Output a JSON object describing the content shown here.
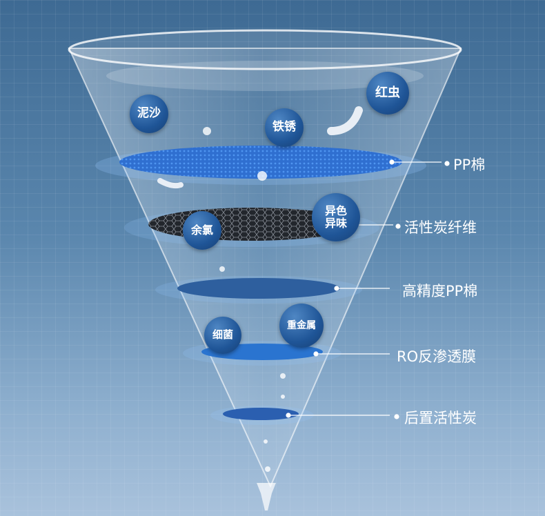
{
  "title": "RO water filter layers diagram",
  "contaminants": [
    {
      "id": "silt",
      "text": "泥沙"
    },
    {
      "id": "rust",
      "text": "铁锈"
    },
    {
      "id": "redworm",
      "text": "红虫"
    },
    {
      "id": "chlorine",
      "text": "余氯"
    },
    {
      "id": "odor",
      "text": "异色\n异味"
    },
    {
      "id": "bacteria",
      "text": "细菌"
    },
    {
      "id": "heavymetal",
      "text": "重金属"
    }
  ],
  "layers": [
    {
      "label": "PP棉",
      "color": "#2f6fd0"
    },
    {
      "label": "活性炭纤维",
      "color": "#2a2f36"
    },
    {
      "label": "高精度PP棉",
      "color": "#2e5f9e"
    },
    {
      "label": "RO反渗透膜",
      "color": "#2a74d0"
    },
    {
      "label": "后置活性炭",
      "color": "#2b5fb0"
    }
  ]
}
